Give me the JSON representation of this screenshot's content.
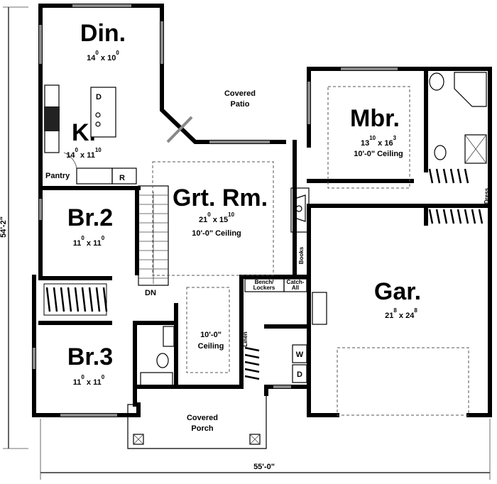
{
  "rooms": {
    "dining": {
      "name": "Din.",
      "w": "14",
      "w_in": "0",
      "h": "10",
      "h_in": "0"
    },
    "kitchen": {
      "name": "K.",
      "w": "14",
      "w_in": "0",
      "h": "11",
      "h_in": "10"
    },
    "great_room": {
      "name": "Grt. Rm.",
      "w": "21",
      "w_in": "0",
      "h": "15",
      "h_in": "10",
      "ceiling": "10'-0\" Ceiling"
    },
    "bedroom2": {
      "name": "Br.2",
      "w": "11",
      "w_in": "0",
      "h": "11",
      "h_in": "0"
    },
    "bedroom3": {
      "name": "Br.3",
      "w": "11",
      "w_in": "0",
      "h": "11",
      "h_in": "0"
    },
    "master": {
      "name": "Mbr.",
      "w": "13",
      "w_in": "10",
      "h": "16",
      "h_in": "3",
      "ceiling": "10'-0\" Ceiling"
    },
    "garage": {
      "name": "Gar.",
      "w": "21",
      "w_in": "8",
      "h": "24",
      "h_in": "8"
    }
  },
  "labels": {
    "pantry": "Pantry",
    "refrigerator": "R",
    "dishwasher": "D",
    "patio_1": "Covered",
    "patio_2": "Patio",
    "porch_1": "Covered",
    "porch_2": "Porch",
    "stairs_down": "DN",
    "bench_1": "Bench/",
    "bench_2": "Lockers",
    "catch_1": "Catch-",
    "catch_2": "All",
    "books": "Books",
    "linen": "Linen",
    "washer": "W",
    "dryer": "D",
    "dress": "Dress",
    "foyer_ceiling_1": "10'-0\"",
    "foyer_ceiling_2": "Ceiling"
  },
  "dimensions": {
    "depth": "54'-2\"",
    "width": "55'-0\""
  }
}
